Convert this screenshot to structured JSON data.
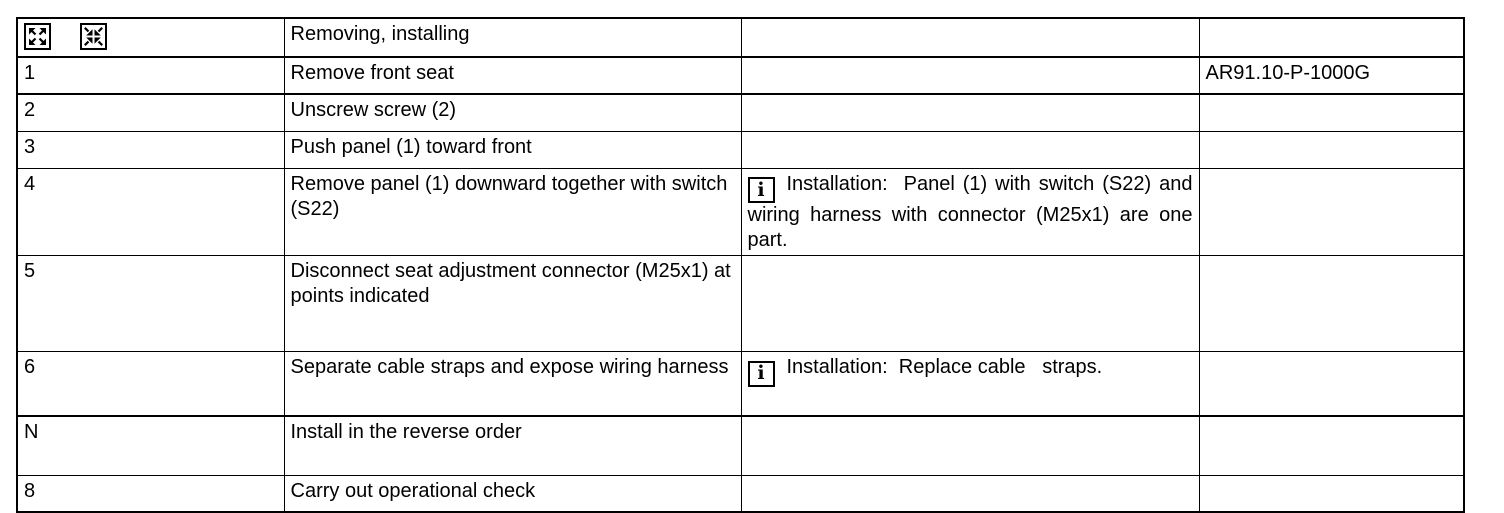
{
  "icons": {
    "expand_all": "expand-all-icon",
    "collapse_all": "collapse-all-icon",
    "info_glyph": "i"
  },
  "header_row": {
    "title": "Removing, installing",
    "note": "",
    "doc": ""
  },
  "rows": [
    {
      "step": "1",
      "description": "Remove front seat",
      "note": "",
      "doc": "AR91.10-P-1000G",
      "divider_after": "thick"
    },
    {
      "step": "2",
      "description": "Unscrew screw (2)",
      "note": "",
      "doc": "",
      "divider_after": "thin"
    },
    {
      "step": "3",
      "description": "Push panel (1) toward front",
      "note": "",
      "doc": "",
      "divider_after": "thin"
    },
    {
      "step": "4",
      "description": "Remove panel (1) downward together with switch (S22)",
      "note": "Installation:  Panel (1) with switch (S22) and wiring harness with connector (M25x1) are one part.",
      "doc": "",
      "divider_after": "thin"
    },
    {
      "step": "5",
      "description": "Disconnect seat adjustment connector (M25x1) at points indicated",
      "note": "",
      "doc": "",
      "divider_after": "thin"
    },
    {
      "step": "6",
      "description": "Separate cable straps and expose wiring harness",
      "note": "Installation:  Replace cable   straps.",
      "doc": "",
      "divider_after": "thick"
    },
    {
      "step": "N",
      "description": "Install in the reverse order",
      "note": "",
      "doc": "",
      "divider_after": "thin"
    },
    {
      "step": "8",
      "description": "Carry out operational check",
      "note": "",
      "doc": "",
      "divider_after": "thick"
    }
  ]
}
